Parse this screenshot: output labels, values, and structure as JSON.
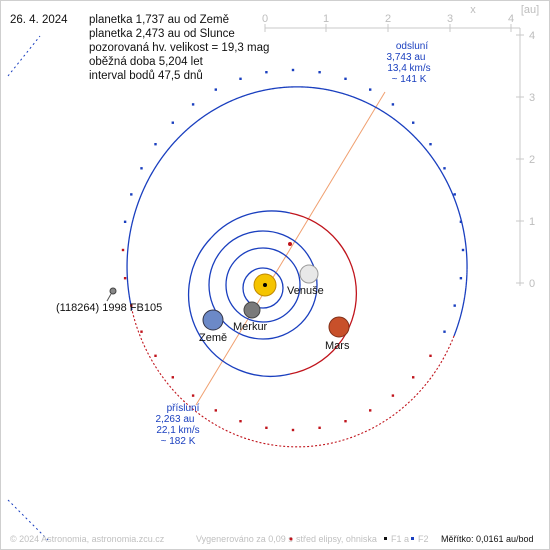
{
  "header": {
    "date": "26. 4. 2024",
    "info_lines": [
      "planetka 1,737 au od Země",
      "planetka 2,473 au od Slunce",
      "pozorovaná hv. velikost = 19,3 mag",
      "oběžná doba 5,204 let",
      "interval bodů 47,5 dnů"
    ]
  },
  "axes": {
    "x_label": "x",
    "unit_label": "[au]",
    "x_ticks": [
      "0",
      "1",
      "2",
      "3",
      "4"
    ],
    "y_ticks": [
      "4",
      "3",
      "2",
      "1",
      "0"
    ]
  },
  "aphelion": {
    "title": "odsluní",
    "distance": "3,743 au",
    "speed": "13,4 km/s",
    "temperature": "~ 141 K"
  },
  "perihelion": {
    "title": "přísluní",
    "distance": "2,263 au",
    "speed": "22,1 km/s",
    "temperature": "~ 182 K"
  },
  "bodies": {
    "asteroid": "(118264) 1998 FB105",
    "venus": "Venuše",
    "mercury": "Merkur",
    "earth": "Země",
    "mars": "Mars"
  },
  "footer": {
    "copyright": "© 2024 Astronomia, astronomia.zcu.cz",
    "generated": "Vygenerováno za 0,09 s",
    "legend_center": "střed elipsy, ohniska",
    "legend_f1": "F1 a",
    "legend_f2": "F2",
    "scale": "Měřítko: 0,0161 au/bod"
  },
  "colors": {
    "orbit_above": "#1a3fbf",
    "orbit_below": "#c0141c",
    "planet_orbit": "#1a3fbf",
    "apsis_line": "#f0a070",
    "axis": "#bbbbbb",
    "label_blue": "#1a3fbf",
    "sun": "#f5c400"
  }
}
